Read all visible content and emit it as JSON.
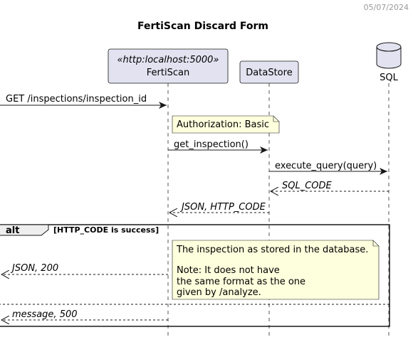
{
  "header": {
    "date": "05/07/2024"
  },
  "diagram": {
    "title": "FertiScan Discard Form",
    "participants": {
      "fertiscan": {
        "stereotype": "«http:localhost:5000»",
        "name": "FertiScan"
      },
      "datastore": {
        "name": "DataStore"
      },
      "sql": {
        "name": "SQL"
      }
    },
    "messages": [
      {
        "id": "m1",
        "text": "GET /inspections/inspection_id"
      },
      {
        "id": "m2",
        "text": "get_inspection()"
      },
      {
        "id": "m3",
        "text": "execute_query(query)"
      },
      {
        "id": "m4",
        "text": "SQL_CODE"
      },
      {
        "id": "m5",
        "text": "JSON, HTTP_CODE"
      },
      {
        "id": "m6",
        "text": "JSON, 200"
      },
      {
        "id": "m7",
        "text": "message, 500"
      }
    ],
    "notes": {
      "auth": "Authorization: Basic",
      "stored_line1": "The inspection as stored in the database.",
      "stored_line2": "Note: It does not have",
      "stored_line3": "the same format as the one",
      "stored_line4": "given by /analyze."
    },
    "alt": {
      "keyword": "alt",
      "guard": "[HTTP_CODE is success]"
    }
  },
  "colors": {
    "participant_fill": "#E2E2F0",
    "note_fill": "#FEFFDD",
    "alt_header_fill": "#EEEEEE",
    "lifeline": "#555555"
  }
}
